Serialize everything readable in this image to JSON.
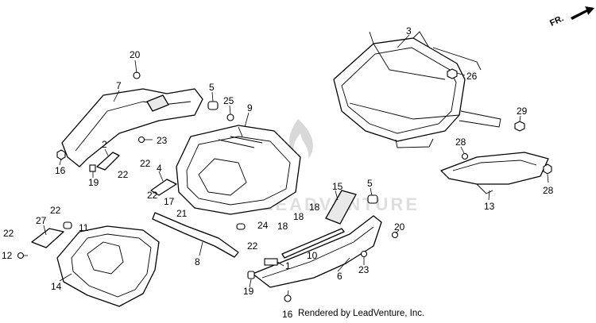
{
  "direction_label": "FR.",
  "credit": "Rendered by LeadVenture, Inc.",
  "watermark_text": "LEADVENTURE",
  "callouts": [
    "1",
    "2",
    "3",
    "4",
    "5",
    "5",
    "6",
    "7",
    "8",
    "9",
    "10",
    "11",
    "12",
    "13",
    "14",
    "15",
    "16",
    "16",
    "17",
    "18",
    "18",
    "18",
    "19",
    "19",
    "20",
    "20",
    "21",
    "22",
    "22",
    "22",
    "22",
    "22",
    "22",
    "23",
    "23",
    "24",
    "25",
    "26",
    "27",
    "28",
    "28",
    "29"
  ]
}
